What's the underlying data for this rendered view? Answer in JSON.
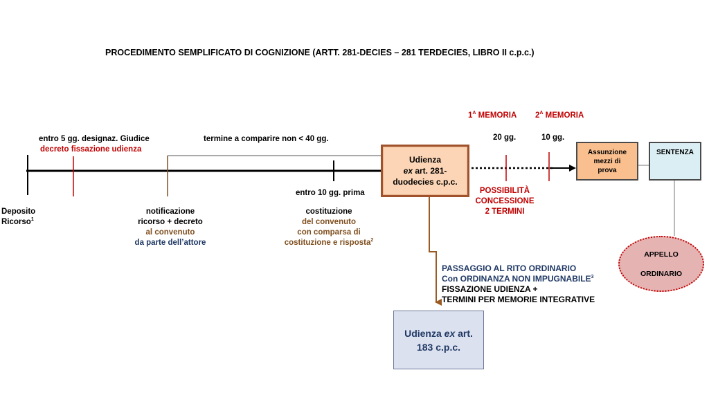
{
  "title": "PROCEDIMENTO SEMPLIFICATO DI COGNIZIONE (ARTT. 281-DECIES – 281 TERDECIES, LIBRO II c.p.c.)",
  "timeline": {
    "entro5_line1": "entro 5 gg. designaz. Giudice",
    "entro5_line2": "decreto fissazione udienza",
    "termine_comparire": "termine a comparire non < 40 gg.",
    "entro10": "entro 10 gg. prima",
    "memoria1": "1",
    "memoria1_sup": "A",
    "memoria1_label": " MEMORIA",
    "memoria2": "2",
    "memoria2_sup": "A",
    "memoria2_label": " MEMORIA",
    "gg20": "20 gg.",
    "gg10": "10 gg.",
    "possibilita_1": "POSSIBILITÀ",
    "possibilita_2": "CONCESSIONE",
    "possibilita_3": "2 TERMINI"
  },
  "deposito": {
    "line1": "Deposito",
    "line2": "Ricorso",
    "sup": "1"
  },
  "notificazione": {
    "line1": "notificazione",
    "line2": "ricorso + decreto",
    "line3": "al convenuto",
    "line4": "da parte dell’attore"
  },
  "costituzione": {
    "line1": "costituzione",
    "line2": "del convenuto",
    "line3": "con comparsa di",
    "line4": "costituzione e risposta",
    "sup": "2"
  },
  "udienza": {
    "line1": "Udienza",
    "line2_italic": "ex",
    "line2_rest": " art. 281-",
    "line3": "duodecies c.p.c."
  },
  "assunzione": {
    "line1": "Assunzione",
    "line2": "mezzi di",
    "line3": "prova"
  },
  "sentenza": {
    "label": "SENTENZA"
  },
  "appello": {
    "line1": "APPELLO",
    "line2": "ORDINARIO"
  },
  "passaggio": {
    "line1": "PASSAGGIO AL RITO ORDINARIO",
    "line2": "Con ORDINANZA NON IMPUGNABILE",
    "line2_sup": "3",
    "line3": "FISSAZIONE UDIENZA +",
    "line4": "TERMINI PER MEMORIE INTEGRATIVE"
  },
  "udienza183": {
    "line1_a": "Udienza ",
    "line1_italic": "ex",
    "line1_b": " art.",
    "line2": "183 c.p.c."
  },
  "colors": {
    "red": "#c00000",
    "brown": "#7f4f1f",
    "navy": "#1f3864",
    "udienza_fill": "#fbd5b5",
    "assunzione_fill": "#f9bf8f",
    "sentenza_fill": "#dbeef4",
    "udienza183_fill": "#dce1ef",
    "appello_fill": "#e6b3b3"
  }
}
